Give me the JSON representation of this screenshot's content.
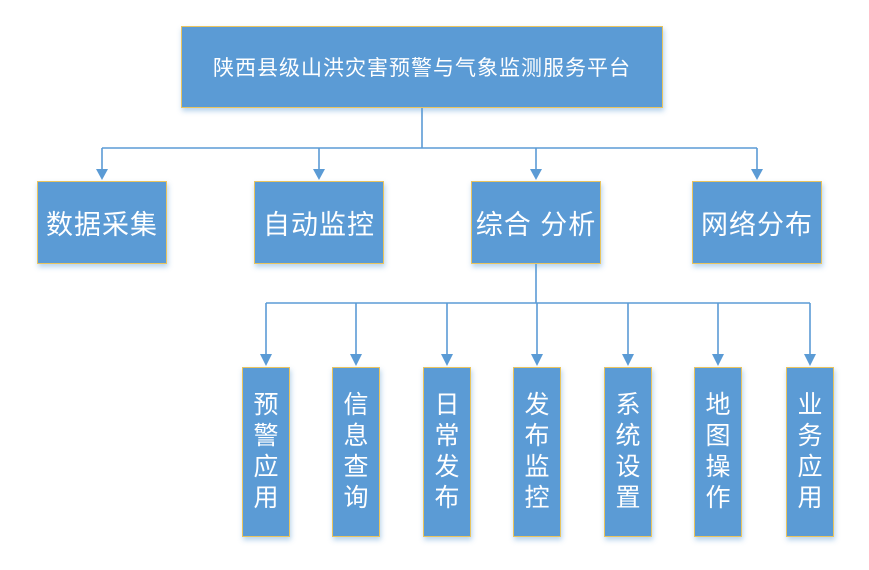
{
  "diagram": {
    "title_node": {
      "label": "陕西县级山洪灾害预警与气象监测服务平台"
    },
    "level2": [
      {
        "label": "数据采集"
      },
      {
        "label": "自动监控"
      },
      {
        "label": "综合 分析"
      },
      {
        "label": "网络分布"
      }
    ],
    "level3": [
      {
        "label": "预警应用"
      },
      {
        "label": "信息查询"
      },
      {
        "label": "日常发布"
      },
      {
        "label": "发布监控"
      },
      {
        "label": "系统设置"
      },
      {
        "label": "地图操作"
      },
      {
        "label": "业务应用"
      }
    ]
  },
  "colors": {
    "box_fill": "#5b9bd5",
    "box_border": "#e9c45f",
    "connector": "#5b9bd5",
    "text_color": "#ffffff",
    "bg": "#ffffff"
  }
}
